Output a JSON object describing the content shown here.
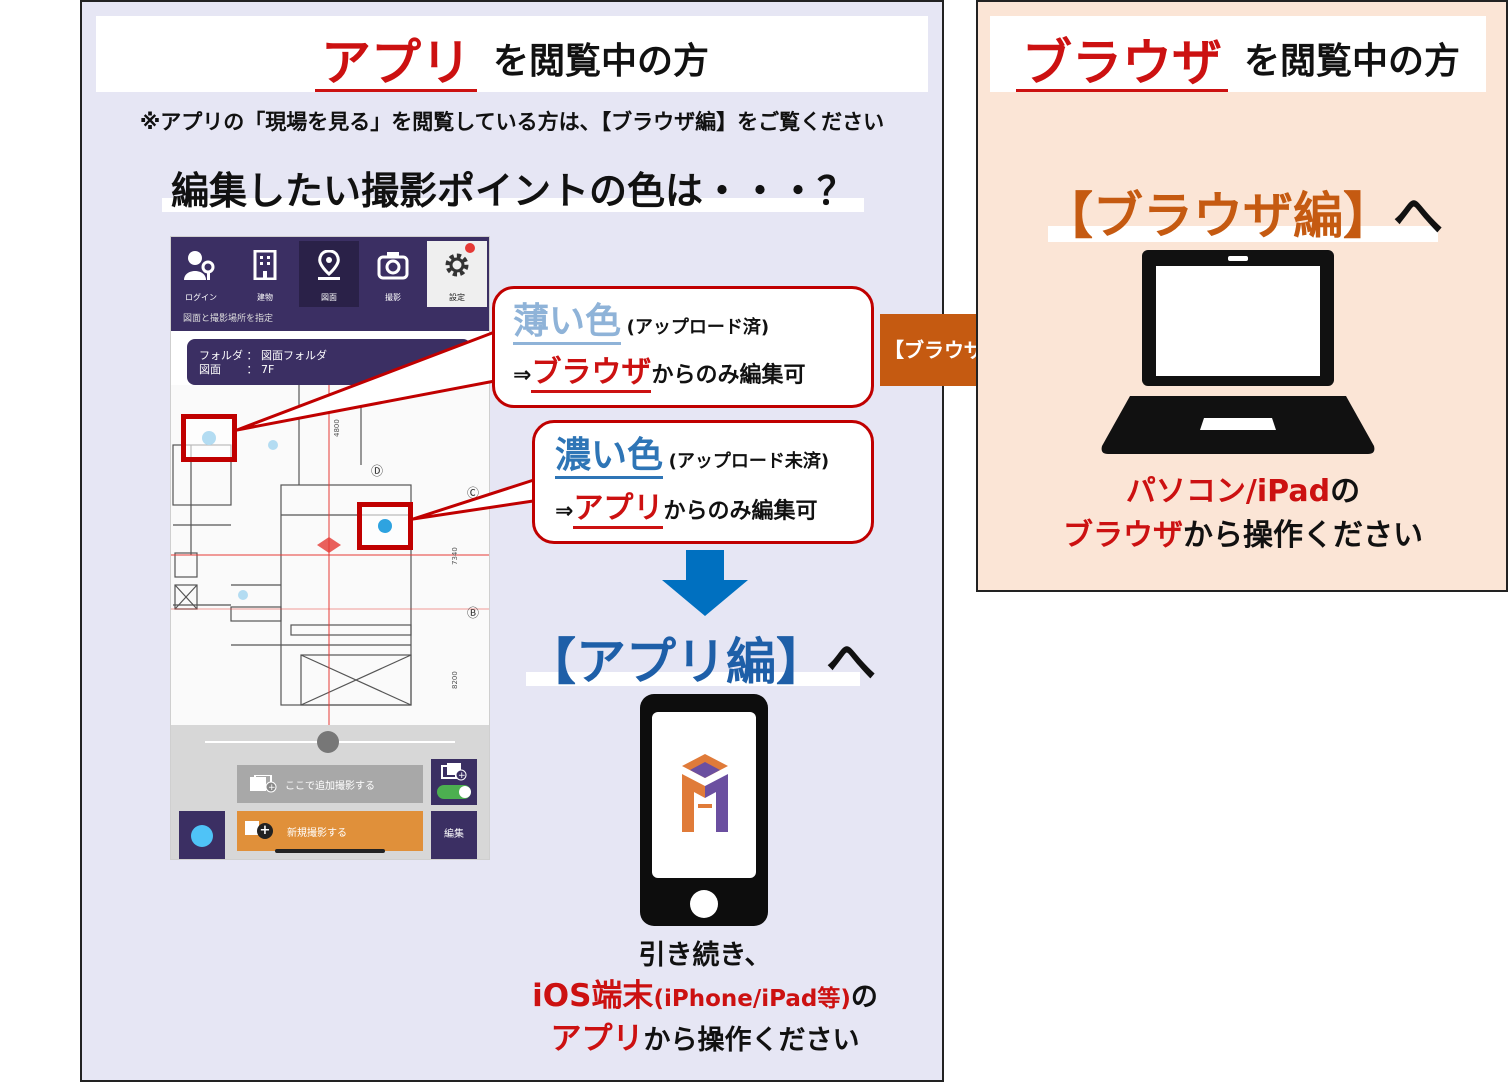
{
  "colors": {
    "accent_red": "#cc1111",
    "app_blue": "#1e5fa8",
    "browser_orange": "#c55a11",
    "app_purple": "#3b2f63",
    "left_bg": "#e6e6f4",
    "right_bg": "#fbe5d6"
  },
  "left": {
    "title_highlight": "アプリ",
    "title_rest": "を閲覧中の方",
    "note": "※アプリの「現場を見る」を閲覧している方は、【ブラウザ編】をご覧ください",
    "question": "編集したい撮影ポイントの色は・・・？"
  },
  "app": {
    "nav": [
      {
        "label": "ログイン",
        "icon": "user-key-icon"
      },
      {
        "label": "建物",
        "icon": "building-icon"
      },
      {
        "label": "図面",
        "icon": "map-pin-icon"
      },
      {
        "label": "撮影",
        "icon": "camera-icon"
      },
      {
        "label": "設定",
        "icon": "gear-icon"
      }
    ],
    "subheader": "図面と撮影場所を指定",
    "folder_label": "フォルダ ：  図面フォルダ",
    "drawing_label": "図面　　 ：  7F",
    "grid_labels": [
      "Ⓔ",
      "Ⓓ",
      "Ⓒ",
      "Ⓑ"
    ],
    "dimensions": [
      "4800",
      "7340",
      "8200"
    ],
    "add_shoot_label": "ここで追加撮影する",
    "new_shoot_label": "新規撮影する",
    "edit_label": "編集"
  },
  "callouts": {
    "light": {
      "color_name": "薄い色",
      "status": "(アップロード済)",
      "arrow": "⇒",
      "target": "ブラウザ",
      "suffix": "からのみ編集可"
    },
    "dark": {
      "color_name": "濃い色",
      "status": "(アップロード未済)",
      "arrow": "⇒",
      "target": "アプリ",
      "suffix": "からのみ編集可"
    }
  },
  "app_dest": {
    "text": "【アプリ編】",
    "suffix": "へ"
  },
  "app_caption": {
    "line1": "引き続き、",
    "line2_red": "iOS端末",
    "line2_small": "(iPhone/iPad等)",
    "line2_suffix": "の",
    "line3_red": "アプリ",
    "line3_suffix": "から操作ください"
  },
  "middle_arrow_label": "【ブラウザ編】へ",
  "right": {
    "title_highlight": "ブラウザ",
    "title_rest": "を閲覧中の方",
    "dest_text": "【ブラウザ編】",
    "dest_suffix": "へ",
    "caption_line1_red": "パソコン/iPad",
    "caption_line1_suffix": "の",
    "caption_line2_red": "ブラウザ",
    "caption_line2_suffix": "から操作ください"
  }
}
